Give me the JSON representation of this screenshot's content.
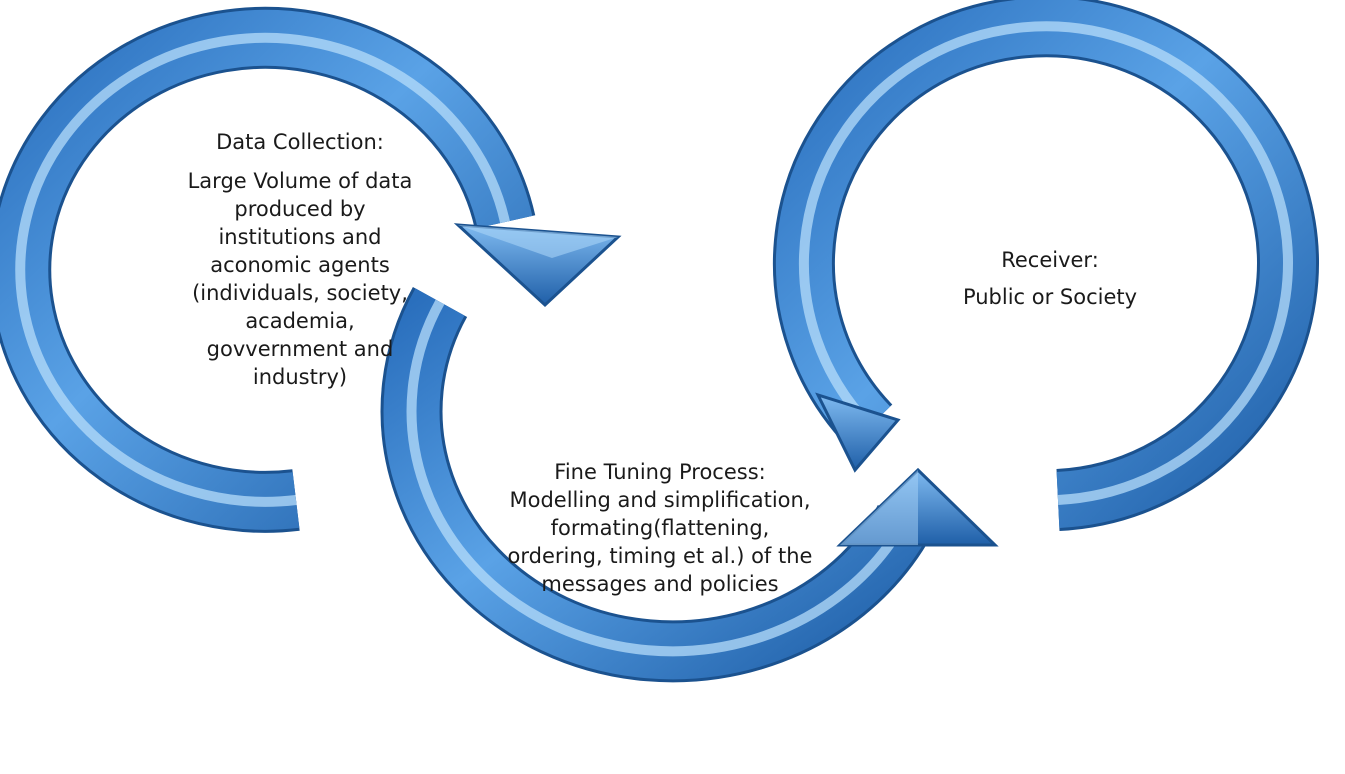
{
  "stages": {
    "data_collection": {
      "title": "Data Collection:",
      "lines": [
        "Large Volume of data",
        "produced by",
        "institutions and",
        "aconomic agents",
        "(individuals, society,",
        "academia,",
        "govvernment and",
        "industry)"
      ]
    },
    "fine_tuning": {
      "lines": [
        "Fine Tuning Process:",
        "Modelling and simplification,",
        "formating(flattening,",
        "ordering,  timing et al.) of the",
        "messages and policies"
      ]
    },
    "receiver": {
      "title": "Receiver:",
      "lines": [
        "Public or Society"
      ]
    }
  },
  "colors": {
    "arrow_light": "#8ec5f0",
    "arrow_mid": "#4a90d9",
    "arrow_dark": "#1f5fa8",
    "text": "#1a1a1a",
    "background": "#ffffff"
  }
}
